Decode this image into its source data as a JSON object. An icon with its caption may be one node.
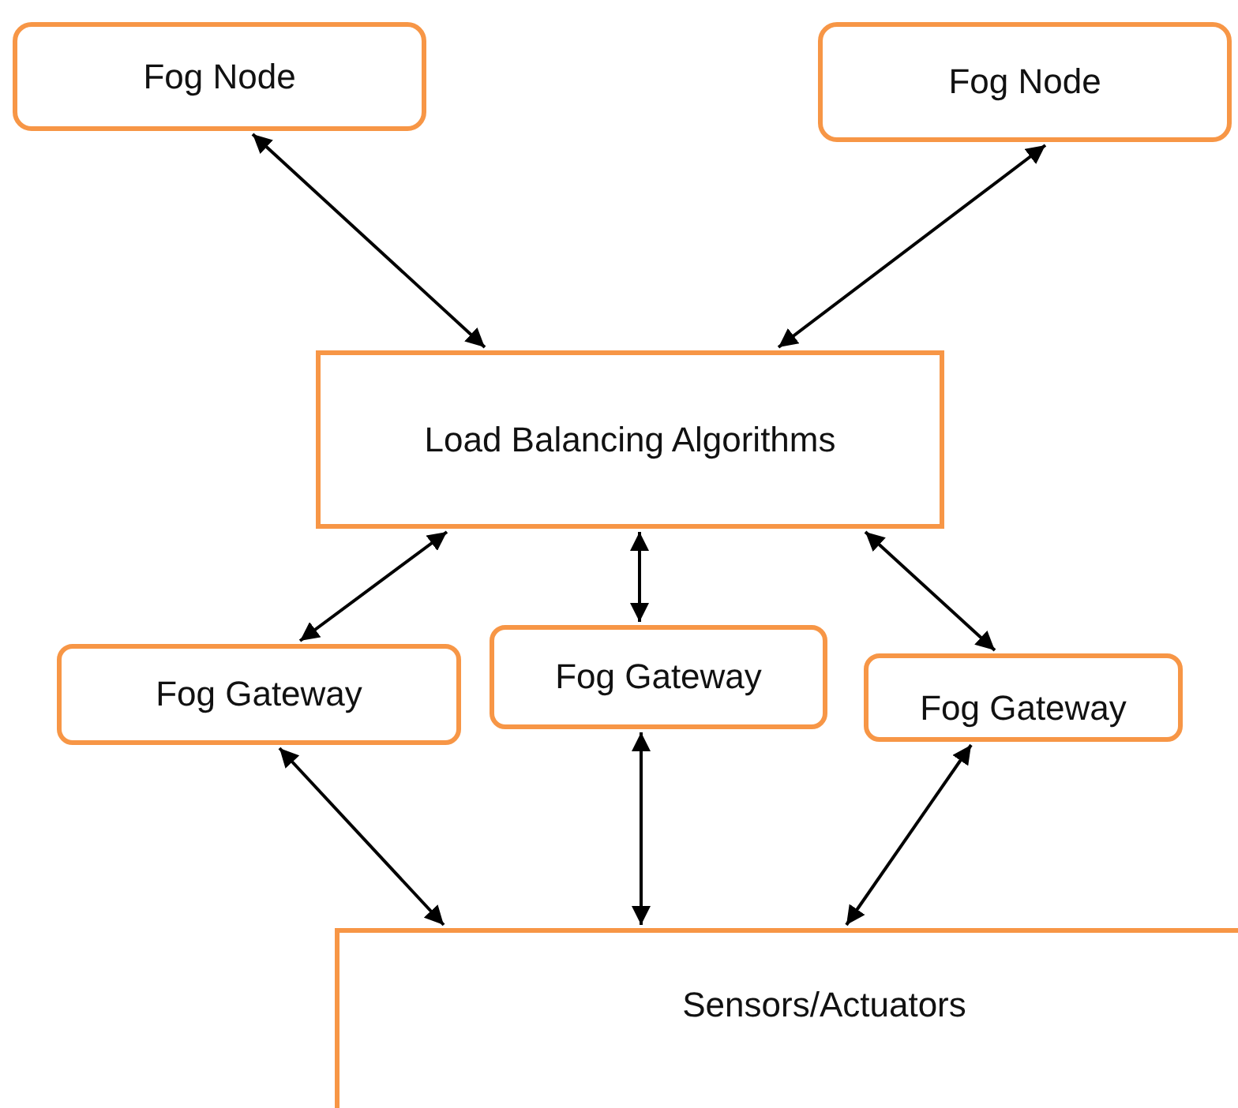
{
  "diagram": {
    "nodes": [
      {
        "text": [
          "Fog Node"
        ]
      },
      {
        "text": [
          "Fog Node"
        ]
      },
      {
        "text": [
          "Load Balancing Algorithms"
        ]
      },
      {
        "text": [
          "Fog Gateway"
        ]
      },
      {
        "text": [
          "Fog Gateway"
        ]
      },
      {
        "text": [
          "Fog Gateway"
        ]
      },
      {
        "text": [
          "Sensors/Actuators"
        ]
      }
    ],
    "edges": [
      {
        "from": 0,
        "to": 2,
        "arrow": "both"
      },
      {
        "from": 1,
        "to": 2,
        "arrow": "both"
      },
      {
        "from": 2,
        "to": 3,
        "arrow": "both"
      },
      {
        "from": 2,
        "to": 4,
        "arrow": "both"
      },
      {
        "from": 2,
        "to": 5,
        "arrow": "both"
      },
      {
        "from": 3,
        "to": 6,
        "arrow": "both"
      },
      {
        "from": 4,
        "to": 6,
        "arrow": "both"
      },
      {
        "from": 5,
        "to": 6,
        "arrow": "both"
      }
    ]
  }
}
